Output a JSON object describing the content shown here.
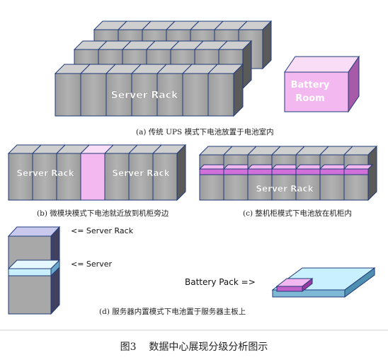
{
  "panel_a": {
    "server_rack_label": "Server Rack",
    "battery_room_line1": "Battery",
    "battery_room_line2": "Room",
    "caption": "(a) 传统 UPS 模式下电池放置于电池室内"
  },
  "panel_b": {
    "server_rack_label_left": "Server Rack",
    "server_rack_label_right": "Server Rack",
    "caption": "(b) 微模块模式下电池就近放到机柜旁边"
  },
  "panel_c": {
    "server_rack_label": "Server Rack",
    "caption": "(c) 整机柜模式下电池放在机柜内"
  },
  "panel_d": {
    "server_rack_pointer": "<= Server Rack",
    "server_pointer": "<= Server",
    "battery_pack_pointer": "Battery Pack =>",
    "caption": "(d) 服务器内置模式下电池置于服务器主板上"
  },
  "figure": {
    "caption": "图3    数据中心展现分级分析图示"
  },
  "colors": {
    "rack_front": "#a6a6a6",
    "rack_top": "#cfcfcf",
    "rack_side": "#5a5a5a",
    "outline": "#1f3a7a",
    "battery_pink": "#f4b8f0",
    "battery_magenta": "#d070d8",
    "server_cyan": "#c8f0ff"
  }
}
